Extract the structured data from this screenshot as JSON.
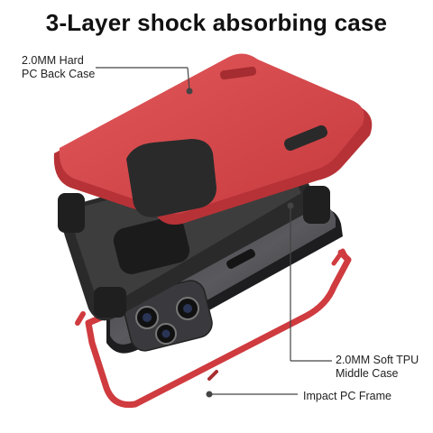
{
  "title": "3-Layer shock absorbing case",
  "callouts": {
    "back_case": {
      "line1": "2.0MM Hard",
      "line2": "PC Back Case"
    },
    "middle_case": {
      "line1": "2.0MM Soft TPU",
      "line2": "Middle Case"
    },
    "frame": {
      "line1": "Impact PC Frame"
    }
  },
  "colors": {
    "red_case": "#d8474a",
    "black_case": "#2a2a2a",
    "phone_body": "#4a4a4e",
    "frame_red": "#cf3b3f"
  }
}
